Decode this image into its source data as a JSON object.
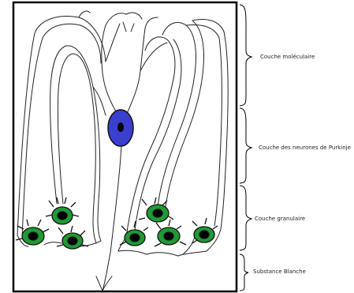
{
  "layers": {
    "molecular": "Couche moléculaire",
    "purkinje": "Couche des neurones de Purkinje",
    "granular": "Couche granulaire",
    "white_matter": "Substance Blanche"
  },
  "colors": {
    "frame": "#000000",
    "purkinje_cell": "#3b3fcf",
    "granule_cell": "#1f9a35",
    "nucleus": "#000000",
    "fiber": "#222222"
  }
}
